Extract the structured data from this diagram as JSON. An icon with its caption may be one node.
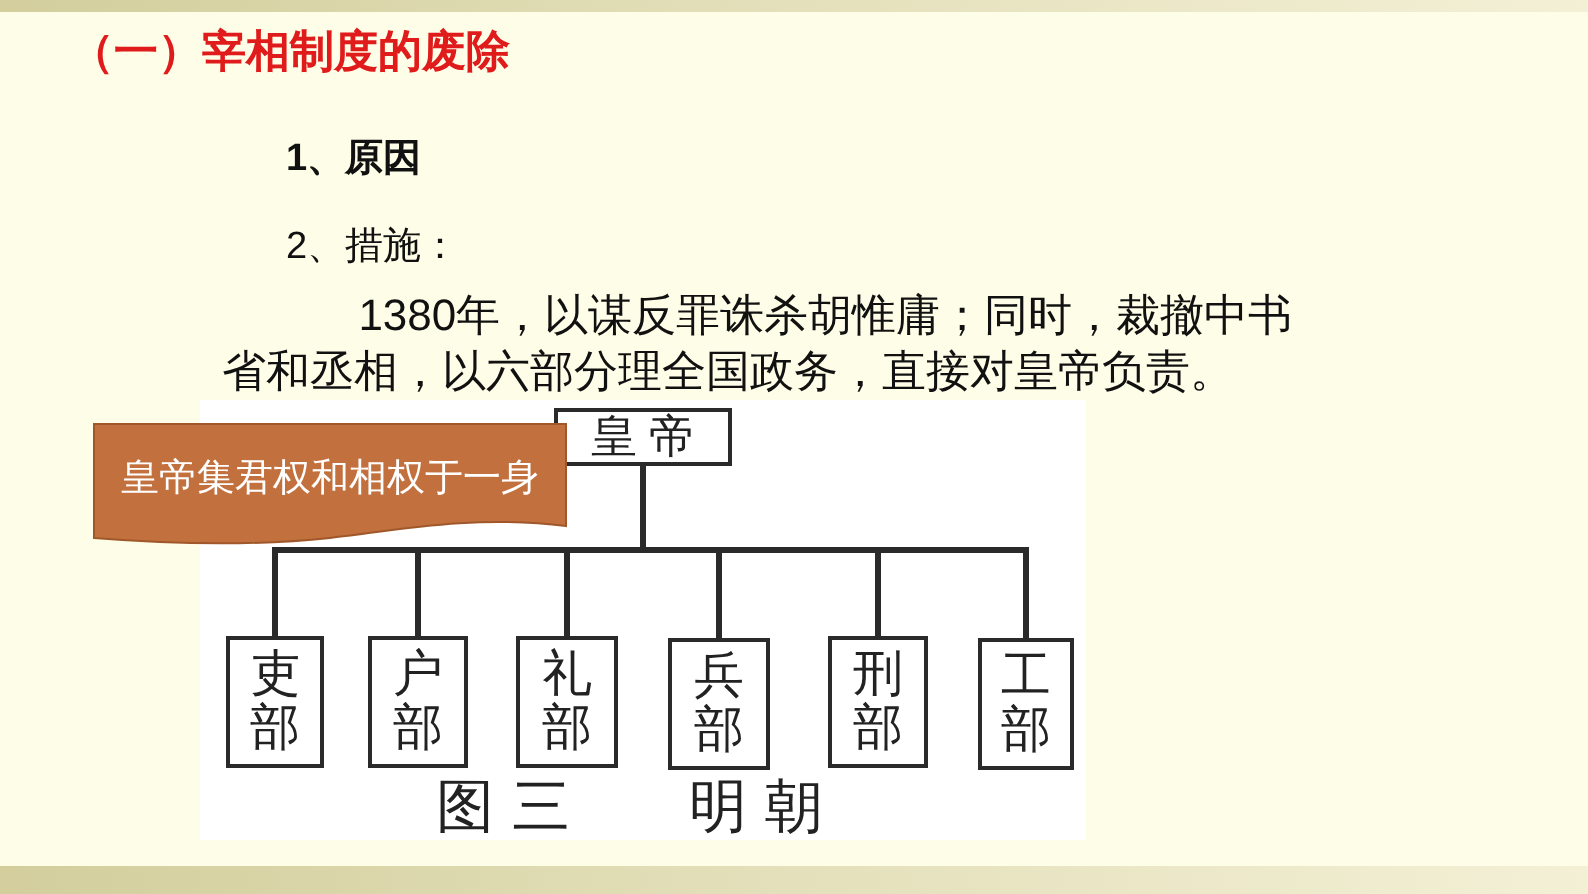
{
  "diagram": {
    "title": "（一）宰相制度的废除",
    "nodes": [
      {
        "text": [
          "皇帝"
        ]
      },
      {
        "text": [
          "皇帝集君权和相权于一身"
        ]
      },
      {
        "text": [
          "吏部"
        ]
      },
      {
        "text": [
          "户部"
        ]
      },
      {
        "text": [
          "礼部"
        ]
      },
      {
        "text": [
          "兵部"
        ]
      },
      {
        "text": [
          "刑部"
        ]
      },
      {
        "text": [
          "工部"
        ]
      }
    ],
    "edges": [
      {
        "from": 0,
        "to": 2,
        "arrow": "none"
      },
      {
        "from": 0,
        "to": 3,
        "arrow": "none"
      },
      {
        "from": 0,
        "to": 4,
        "arrow": "none"
      },
      {
        "from": 0,
        "to": 5,
        "arrow": "none"
      },
      {
        "from": 0,
        "to": 6,
        "arrow": "none"
      },
      {
        "from": 0,
        "to": 7,
        "arrow": "none"
      }
    ],
    "labels": [
      "1、原因",
      "2、措施：",
      "1380年，以谋反罪诛杀胡惟庸；同时，裁撤中书省和丞相，以六部分理全国政务，直接对皇帝负责。"
    ],
    "caption": "图三 明朝"
  }
}
